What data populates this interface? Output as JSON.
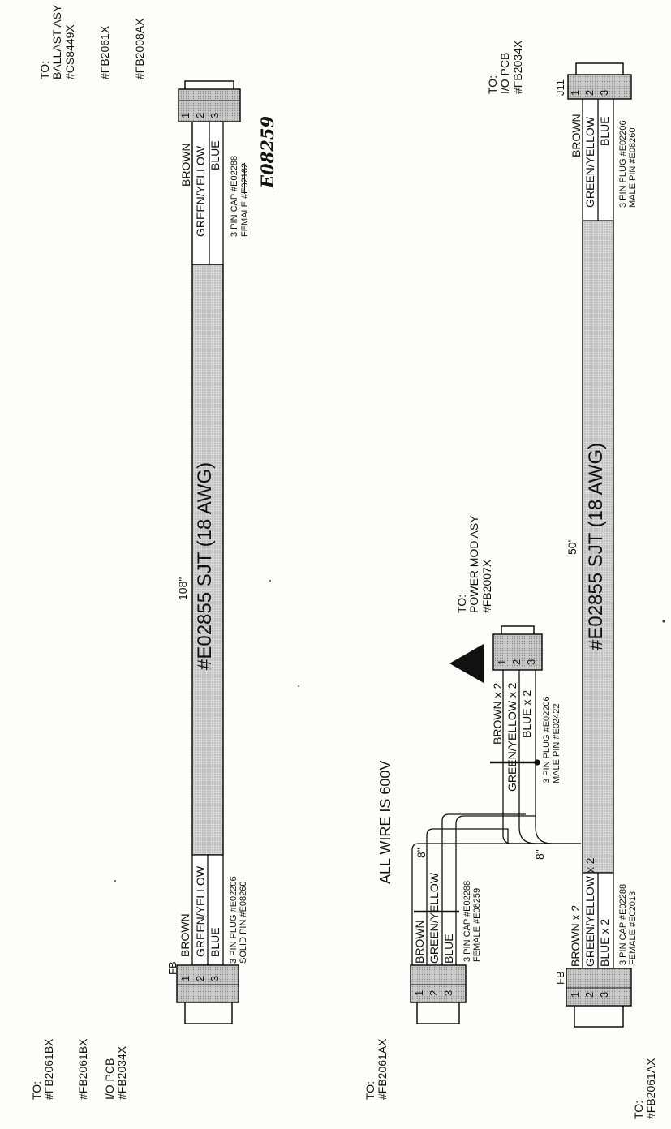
{
  "cable_top": {
    "left_end": {
      "to_labels": [
        {
          "text": "TO:\n#FB2061BX"
        },
        {
          "text": "#FB2061BX"
        },
        {
          "text": "I/O PCB\n#FB2034X"
        }
      ],
      "connector_tag": "FB",
      "pins": [
        "1",
        "2",
        "3"
      ],
      "wires": [
        "BROWN",
        "GREEN/YELLOW",
        "BLUE"
      ],
      "part": "3 PIN PLUG #E02206\nSOLID PIN #E08260"
    },
    "right_end": {
      "to_labels": [
        {
          "text": "TO:\nBALLAST ASY\n#CS8449X"
        },
        {
          "text": "#FB2061X"
        },
        {
          "text": "#FB2008AX"
        }
      ],
      "pins": [
        "1",
        "2",
        "3"
      ],
      "wires": [
        "BROWN",
        "GREEN/YELLOW",
        "BLUE"
      ],
      "part_line1": "3 PIN CAP #E02288",
      "part_line2_prefix": "FEMALE #",
      "part_line2_struck": "E02162",
      "handwritten": "E08259"
    },
    "length": "108\"",
    "cable_label": "#E02855 SJT (18 AWG)"
  },
  "cable_bottom": {
    "note": "ALL WIRE IS 600V",
    "branch_a": {
      "to_label": "TO:\n#FB2061AX",
      "pins": [
        "1",
        "2",
        "3"
      ],
      "wires": [
        "BROWN",
        "GREEN/YELLOW",
        "BLUE"
      ],
      "part": "3 PIN CAP #E02288\nFEMALE #E08259",
      "length": "8\""
    },
    "branch_b": {
      "to_label": "TO:\n#FB2061AX",
      "connector_tag": "FB",
      "pins": [
        "1",
        "2",
        "3"
      ],
      "wires": [
        "BROWN x 2",
        "GREEN/YELLOW x 2",
        "BLUE x 2"
      ],
      "part": "3 PIN CAP #E02288\nFEMALE #E02013",
      "length": "8\""
    },
    "branch_c": {
      "to_label": "TO:\nPOWER MOD ASY\n#FB2007X",
      "pins": [
        "1",
        "2",
        "3"
      ],
      "wires": [
        "BROWN x 2",
        "GREEN/YELLOW x 2",
        "BLUE x 2"
      ],
      "part": "3 PIN PLUG #E02206\nMALE PIN #E02422"
    },
    "right_end": {
      "to_label": "TO:\nI/O PCB\n#FB2034X",
      "connector_tag": "J11",
      "pins": [
        "1",
        "2",
        "3"
      ],
      "wires": [
        "BROWN",
        "GREEN/YELLOW",
        "BLUE"
      ],
      "part": "3 PIN PLUG #E02206\nMALE PIN #E08260"
    },
    "length": "50\"",
    "cable_label": "#E02855 SJT (18 AWG)"
  }
}
